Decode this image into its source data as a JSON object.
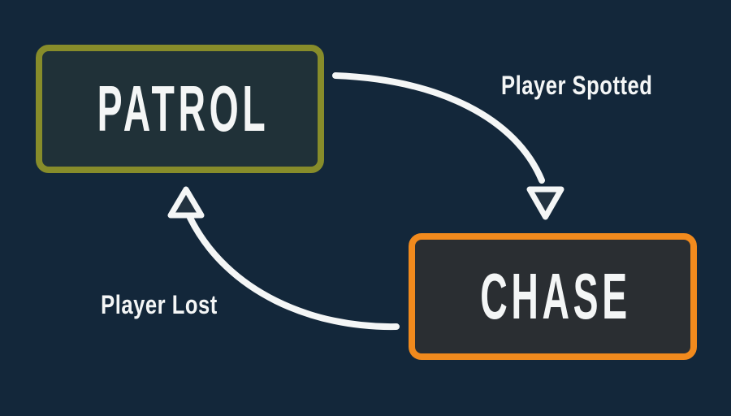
{
  "diagram": {
    "type": "state-machine",
    "states": [
      {
        "id": "patrol",
        "label": "PATROL"
      },
      {
        "id": "chase",
        "label": "CHASE"
      }
    ],
    "transitions": [
      {
        "from": "PATROL",
        "to": "CHASE",
        "label": "Player Spotted"
      },
      {
        "from": "CHASE",
        "to": "PATROL",
        "label": "Player Lost"
      }
    ]
  },
  "theme": {
    "background": "#13273a",
    "text_color": "#f4f6f6",
    "arrow_color": "#f4f6f6",
    "arrowhead_fill": "#223240",
    "patrol_border": "#878c2a",
    "patrol_fill": "#203138",
    "chase_border": "#f18a1d",
    "chase_fill": "#2a2e32"
  }
}
